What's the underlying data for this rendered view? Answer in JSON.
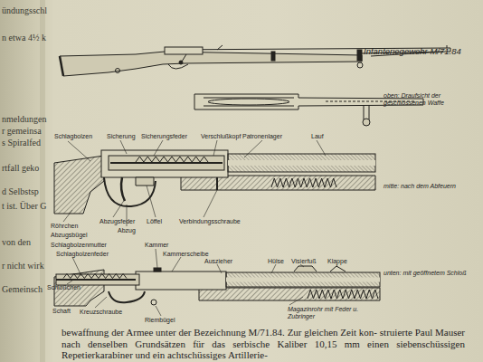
{
  "diagram": {
    "labels": [
      "Infanteriegewehr M/71.84",
      "Schlagbolzen",
      "Sicherung",
      "Sicherungsfeder",
      "Verschlußkopf",
      "Patronenlager",
      "Lauf",
      "Röhrchen",
      "Abzugsbügel",
      "Abzugsfeder",
      "Abzug",
      "Löffel",
      "Verbindungsschraube",
      "oben: Draufsicht der geschlossenen Waffe",
      "mitte: nach dem Abfeuern",
      "unten: mit geöffnetem Schloß",
      "Schlagbolzenmutter",
      "Schlagbolzenfeder",
      "Kammer",
      "Kammerscheibe",
      "Auszieher",
      "Hülse",
      "Visierfuß",
      "Klappe",
      "Schlößchen",
      "Schaft",
      "Kreuzschraube",
      "Riembügel",
      "Magazinrohr mit Feder u. Zubringer",
      "bewaffnung der Armee unter der Bezeichnung M/71.84. Zur gleichen Zeit kon- struierte Paul Mauser nach denselben Grundsätzen für das serbische Kaliber 10,15 mm einen siebenschüssigen Repetierkarabiner und ein achtschüssiges Artillerie-",
      "ündungsschl",
      "n etwa 4½ k",
      "nmeldungen",
      "r gemeinsa",
      "s Spiralfed",
      "rtfall geko",
      "d Selbstsp",
      "t ist. Über G",
      "von den",
      "r nicht wirk",
      "Gemeinsch"
    ]
  }
}
